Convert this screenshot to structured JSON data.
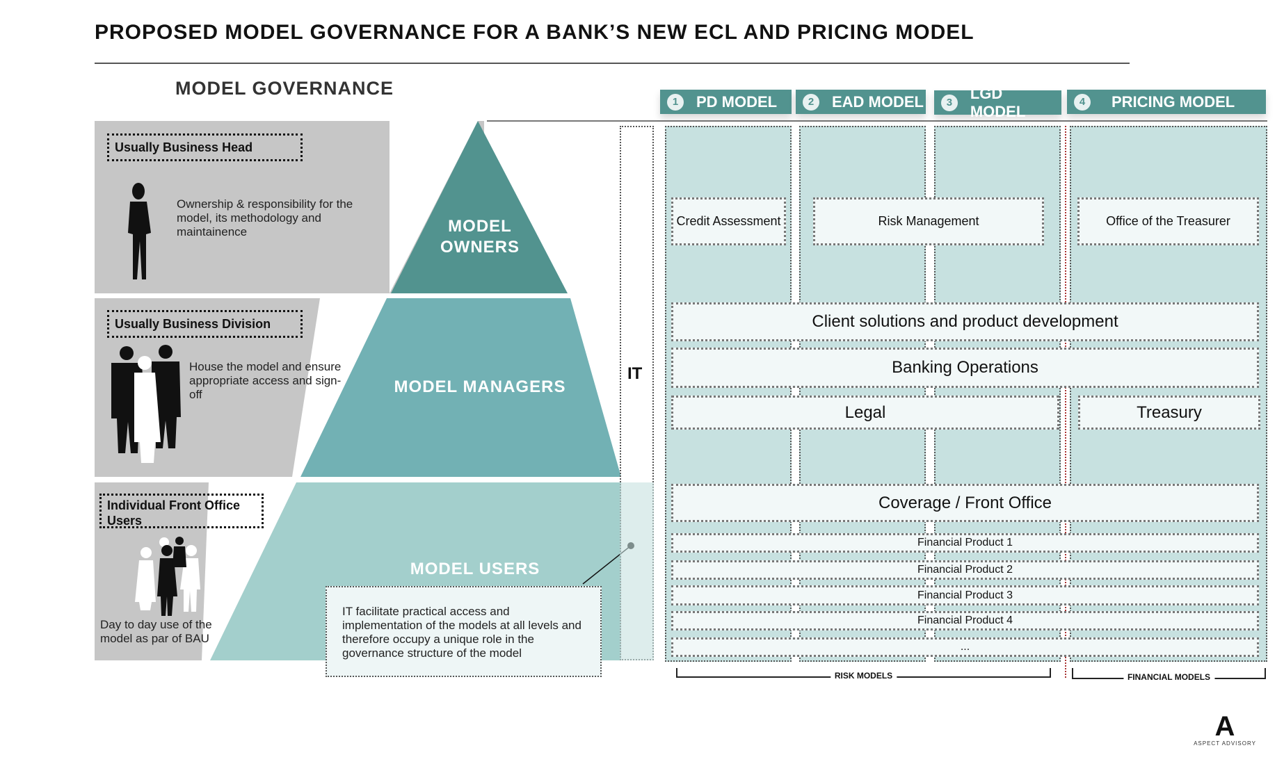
{
  "title": "PROPOSED MODEL GOVERNANCE FOR A BANK’S NEW ECL AND PRICING MODEL",
  "subtitle": "MODEL GOVERNANCE",
  "levels": [
    {
      "tag": "Usually Business Head",
      "desc": "Ownership & responsibility for the model, its methodology and maintainence",
      "label": "MODEL OWNERS"
    },
    {
      "tag": "Usually Business Division",
      "desc": "House the model and ensure appropriate access and sign-off",
      "label": "MODEL MANAGERS"
    },
    {
      "tag": "Individual Front Office Users",
      "desc": "Day to day use of the model as par of BAU",
      "label": "MODEL USERS"
    }
  ],
  "it_label": "IT",
  "it_callout": "IT facilitate practical access and implementation of the models at all levels and therefore occupy a unique role in the governance structure of the model",
  "models": [
    {
      "num": "1",
      "name": "PD MODEL"
    },
    {
      "num": "2",
      "name": "EAD MODEL"
    },
    {
      "num": "3",
      "name": "LGD MODEL"
    },
    {
      "num": "4",
      "name": "PRICING MODEL"
    }
  ],
  "boxes": {
    "credit": "Credit Assessment",
    "risk": "Risk Management",
    "treasurer": "Office of the Treasurer",
    "client": "Client solutions and product development",
    "banking": "Banking Operations",
    "legal": "Legal",
    "treasury": "Treasury",
    "coverage": "Coverage / Front Office"
  },
  "products": [
    "Financial Product 1",
    "Financial Product 2",
    "Financial Product 3",
    "Financial Product 4",
    "..."
  ],
  "groups": {
    "risk": "RISK MODELS",
    "financial": "FINANCIAL MODELS"
  },
  "logo": {
    "mark": "A",
    "text": "ASPECT ADVISORY"
  },
  "colors": {
    "owners": "#52938f",
    "managers": "#72b1b4",
    "users": "#a3cfcc",
    "column": "#c7e1e0"
  }
}
